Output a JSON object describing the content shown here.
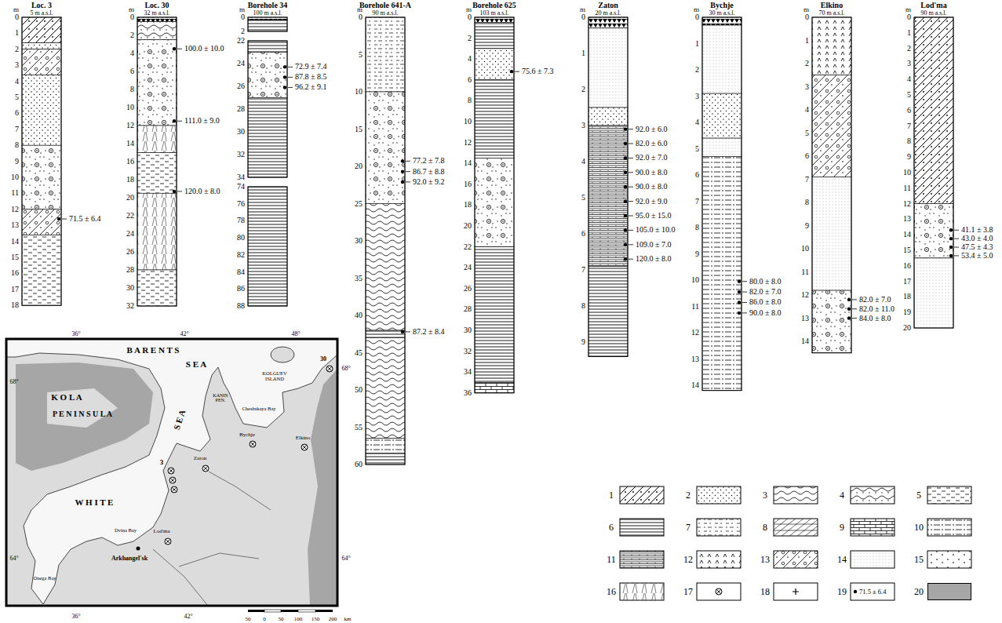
{
  "diagram": {
    "nodes": [
      {
        "text": [
          "Loc. 3",
          "5 m a.s.l."
        ]
      },
      {
        "text": [
          "Loc. 30",
          "32 m a.s.l."
        ]
      },
      {
        "text": [
          "Borehole 34",
          "100 m a.s.l."
        ]
      },
      {
        "text": [
          "Borehole 641-A",
          "90 m a.s.l."
        ]
      },
      {
        "text": [
          "Borehole 625",
          "103 m a.s.l."
        ]
      },
      {
        "text": [
          "Zaton",
          "20 m a.s.l."
        ]
      },
      {
        "text": [
          "Bychje",
          "30 m a.s.l."
        ]
      },
      {
        "text": [
          "Elkino",
          "70 m a.s.l."
        ]
      },
      {
        "text": [
          "Lod'ma",
          "90 m a.s.l."
        ]
      }
    ],
    "labels": [
      "m",
      "0",
      "1",
      "2",
      "3",
      "4",
      "5",
      "6",
      "7",
      "8",
      "9",
      "10",
      "11",
      "12",
      "13",
      "14",
      "15",
      "16",
      "17",
      "18",
      "71.5 ± 6.4",
      "m",
      "0",
      "2",
      "4",
      "6",
      "8",
      "10",
      "12",
      "14",
      "16",
      "18",
      "20",
      "22",
      "24",
      "26",
      "28",
      "30",
      "32",
      "100.0 ± 10.0",
      "111.0 ± 9.0",
      "120.0 ± 8.0",
      "m",
      "0",
      "2",
      "22",
      "24",
      "26",
      "28",
      "30",
      "32",
      "34",
      "74",
      "76",
      "78",
      "80",
      "82",
      "84",
      "86",
      "88",
      "72.9 ± 7.4",
      "87.8 ± 8.5",
      "96.2 ± 9.1",
      "m",
      "0",
      "5",
      "10",
      "15",
      "20",
      "25",
      "30",
      "35",
      "40",
      "45",
      "50",
      "55",
      "60",
      "77.2 ± 7.8",
      "86.7 ± 8.8",
      "92.0 ± 9.2",
      "87.2 ± 8.4",
      "m",
      "0",
      "2",
      "4",
      "6",
      "8",
      "10",
      "12",
      "14",
      "16",
      "18",
      "20",
      "22",
      "24",
      "26",
      "28",
      "30",
      "32",
      "34",
      "36",
      "75.6 ± 7.3",
      "m",
      "0",
      "1",
      "2",
      "3",
      "4",
      "5",
      "6",
      "7",
      "8",
      "9",
      "92.0 ± 6.0",
      "82.0 ± 6.0",
      "92.0 ± 7.0",
      "90.0 ± 8.0",
      "90.0 ± 8.0",
      "92.0 ± 9.0",
      "95.0 ± 15.0",
      "105.0 ± 10.0",
      "109.0 ± 7.0",
      "120.0 ± 8.0",
      "m",
      "0",
      "1",
      "2",
      "3",
      "4",
      "5",
      "6",
      "7",
      "8",
      "9",
      "10",
      "11",
      "12",
      "13",
      "14",
      "80.0 ± 8.0",
      "82.0 ± 7.0",
      "86.0 ± 8.0",
      "90.0 ± 8.0",
      "m",
      "0",
      "1",
      "2",
      "3",
      "4",
      "5",
      "6",
      "7",
      "8",
      "9",
      "10",
      "11",
      "12",
      "13",
      "14",
      "82.0 ± 7.0",
      "82.0 ± 11.0",
      "84.0 ± 8.0",
      "m",
      "0",
      "1",
      "2",
      "3",
      "4",
      "5",
      "6",
      "7",
      "8",
      "9",
      "10",
      "11",
      "12",
      "13",
      "14",
      "15",
      "16",
      "17",
      "18",
      "19",
      "20",
      "41.1 ± 3.8",
      "43.0 ± 4.0",
      "47.5 ± 4.3",
      "53.4 ± 5.0",
      "B A R E N T S",
      "S E A",
      "K O L A",
      "P E N I N S U L A",
      "W H I T E",
      "S E A",
      "KOLGUEV ISLAND",
      "KANIN PEN.",
      "Cheshskaya Bay",
      "Dvina Bay",
      "Onega Bay",
      "3",
      "Zaton",
      "Bychje",
      "Elkino",
      "Lod'ma",
      "Arkhangel'sk",
      "30",
      "36°",
      "42°",
      "48°",
      "68°",
      "64°",
      "68°",
      "64°",
      "36°",
      "42°",
      "50",
      "0",
      "50",
      "100",
      "150",
      "200",
      "km",
      "71.5 ± 6.4"
    ],
    "legend": [
      {
        "text": "1"
      },
      {
        "text": "2"
      },
      {
        "text": "3"
      },
      {
        "text": "4"
      },
      {
        "text": "5"
      },
      {
        "text": "6"
      },
      {
        "text": "7"
      },
      {
        "text": "8"
      },
      {
        "text": "9"
      },
      {
        "text": "10"
      },
      {
        "text": "11"
      },
      {
        "text": "12"
      },
      {
        "text": "13"
      },
      {
        "text": "14"
      },
      {
        "text": "15"
      },
      {
        "text": "16"
      },
      {
        "text": "17"
      },
      {
        "text": "18"
      },
      {
        "text": "19"
      },
      {
        "text": "20",
        "color": "#a6a6a6"
      }
    ]
  }
}
